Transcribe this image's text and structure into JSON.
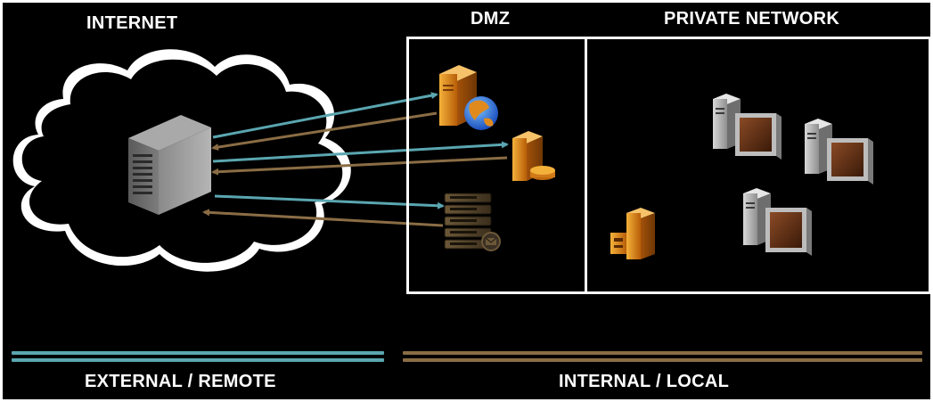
{
  "diagram": {
    "labels": {
      "internet": "INTERNET",
      "dmz": "DMZ",
      "private_network": "PRIVATE NETWORK",
      "external_remote": "EXTERNAL / REMOTE",
      "internal_local": "INTERNAL / LOCAL"
    },
    "nodes": [
      {
        "id": "internet-server",
        "zone": "internet",
        "kind": "tower server"
      },
      {
        "id": "dmz-web-server",
        "zone": "dmz",
        "kind": "web server with globe"
      },
      {
        "id": "dmz-database-server",
        "zone": "dmz",
        "kind": "database server"
      },
      {
        "id": "dmz-mail-server",
        "zone": "dmz",
        "kind": "rack mail server"
      },
      {
        "id": "private-workstation-1",
        "zone": "private network",
        "kind": "workstation"
      },
      {
        "id": "private-workstation-2",
        "zone": "private network",
        "kind": "workstation"
      },
      {
        "id": "private-workstation-3",
        "zone": "private network",
        "kind": "workstation"
      },
      {
        "id": "private-file-server",
        "zone": "private network",
        "kind": "server with storage"
      }
    ],
    "connections": [
      {
        "from": "internet-server",
        "to": "dmz-web-server",
        "direction": "outbound"
      },
      {
        "from": "dmz-web-server",
        "to": "internet-server",
        "direction": "inbound"
      },
      {
        "from": "internet-server",
        "to": "dmz-database-server",
        "direction": "outbound"
      },
      {
        "from": "dmz-database-server",
        "to": "internet-server",
        "direction": "inbound"
      },
      {
        "from": "internet-server",
        "to": "dmz-mail-server",
        "direction": "outbound"
      },
      {
        "from": "dmz-mail-server",
        "to": "internet-server",
        "direction": "inbound"
      }
    ],
    "colors": {
      "background": "#000000",
      "external": "#5aa6b0",
      "internal": "#8a6d45",
      "box": "#ffffff",
      "server_orange": "#e08a1e"
    }
  }
}
